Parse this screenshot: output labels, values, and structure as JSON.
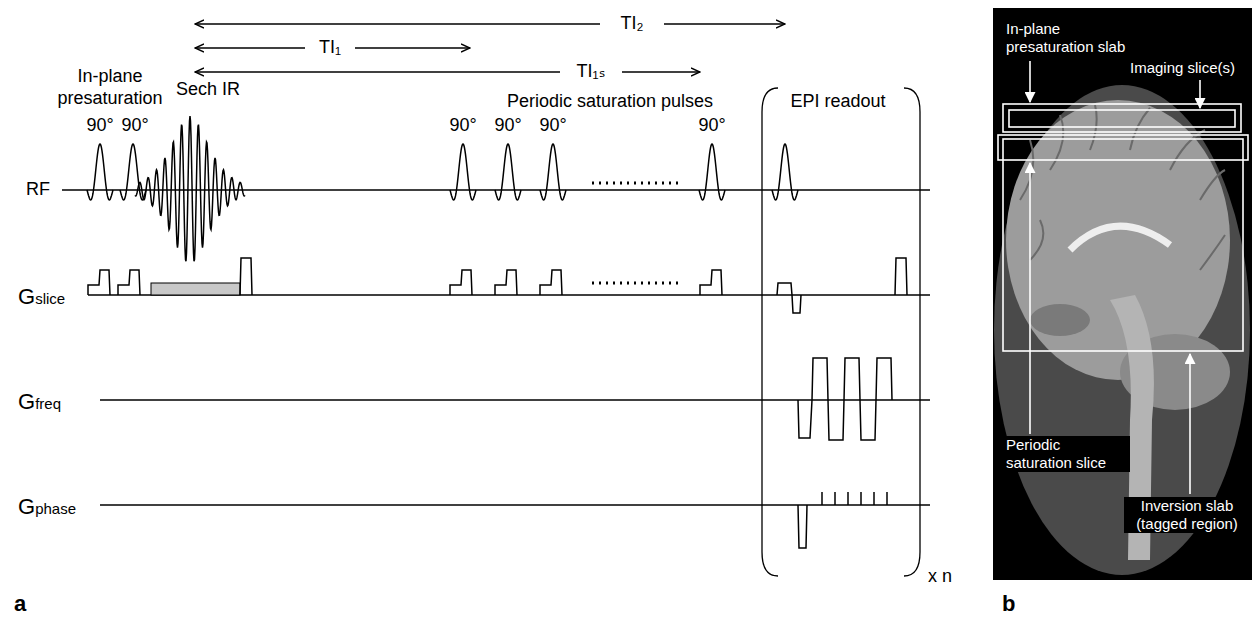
{
  "diagram": {
    "labels": [
      "TI₂",
      "TI₁",
      "TI₁ₛ",
      "In-plane presaturation",
      "Sech IR",
      "90°",
      "90°",
      "Periodic saturation pulses",
      "90°",
      "90°",
      "90°",
      "90°",
      "EPI readout",
      "RF",
      "Gslice",
      "Gfreq",
      "Gphase",
      "x n",
      "a",
      "In-plane presaturation slab",
      "Imaging slice(s)",
      "Periodic saturation slice",
      "Inversion slab (tagged region)",
      "b"
    ]
  }
}
